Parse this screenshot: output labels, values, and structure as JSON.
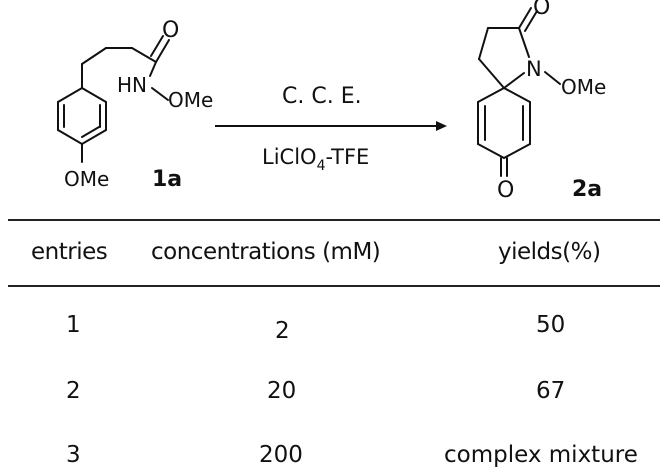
{
  "scheme": {
    "reactant_label": "1a",
    "product_label": "2a",
    "arrow_top": "C. C. E.",
    "arrow_bottom_main": "LiClO",
    "arrow_bottom_sub": "4",
    "arrow_bottom_tail": "-TFE",
    "atoms": {
      "carbonyl_o": "O",
      "hn": "HN",
      "ome_amide": "OMe",
      "ome_aryl": "OMe",
      "lactam_o": "O",
      "n": "N",
      "ome_product": "OMe",
      "dienone_o": "O"
    }
  },
  "table": {
    "headers": [
      "entries",
      "concentrations (mM)",
      "yields(%)"
    ],
    "rows": [
      {
        "entry": "1",
        "concentration": "2",
        "yield": "50"
      },
      {
        "entry": "2",
        "concentration": "20",
        "yield": "67"
      },
      {
        "entry": "3",
        "concentration": "200",
        "yield": "complex mixture"
      }
    ]
  }
}
